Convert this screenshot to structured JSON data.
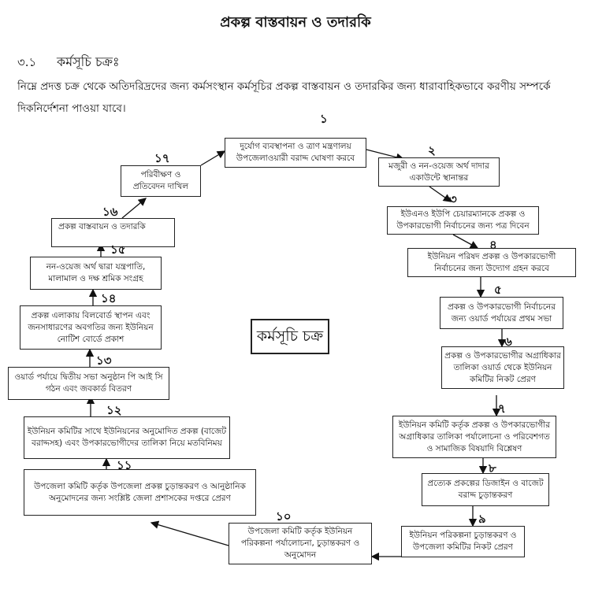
{
  "title": "প্রকল্প বাস্তবায়ন ও তদারকি",
  "section": {
    "number": "৩.১",
    "title": "কর্মসূচি চক্রঃ"
  },
  "paragraph": "নিম্নে প্রদত্ত চক্র থেকে অতিদরিদ্রদের জন্য কর্মসংস্থান কর্মসূচির প্রকল্প বাস্তবায়ন ও তদারকির জন্য ধারাবাহিকভাবে করণীয় সম্পর্কে দিকনির্দেশনা পাওয়া যাবে।",
  "center_label": "কর্মসূচি চক্র",
  "steps": [
    {
      "num": "১",
      "text": "দুর্যোগ ব্যবস্থাপনা ও ত্রাণ মন্ত্রণালয় উপজেলাওয়ারী বরাদ্দ ঘোষণা করবে"
    },
    {
      "num": "২",
      "text": "মজুরী ও নন-ওয়েজ অর্থ দাদার একাউন্টে স্থানান্তর"
    },
    {
      "num": "৩",
      "text": "ইউএনও ইউপি চেয়ারম্যানকে প্রকল্প ও উপকারভোগী নির্বাচনের জন্য পত্র দিবেন"
    },
    {
      "num": "৪",
      "text": "ইউনিয়ন পরিষদ প্রকল্প ও উপকারভোগী নির্বাচনের জন্য উদ্যোগ গ্রহন করবে"
    },
    {
      "num": "৫",
      "text": "প্রকল্প ও উপকারভোগী নির্বাচনের জন্য ওয়ার্ড পর্যায়ের প্রথম সভা"
    },
    {
      "num": "৬",
      "text": "প্রকল্প ও উপকারভোগীর অগ্রাধিকার তালিকা ওয়ার্ড থেকে ইউনিয়ন কমিটির নিকট প্রেরণ"
    },
    {
      "num": "৭",
      "text": "ইউনিয়ন কমিটি কর্তৃক প্রকল্প ও উপকারভোগীর অগ্রাধিকার তালিকা পর্যালোচনা ও পরিবেশগত ও সামাজিক বিষয়াদি বিশ্লেষণ"
    },
    {
      "num": "৮",
      "text": "প্রত্যেক প্রকল্পের ডিজাইন ও বাজেট বরাদ্দ চুড়ান্তকরণ"
    },
    {
      "num": "৯",
      "text": "ইউনিয়ন পরিকল্পনা চুড়ান্তকরণ ও উপজেলা কমিটির নিকট প্রেরণ"
    },
    {
      "num": "১০",
      "text": "উপজেলা কমিটি কর্তৃক ইউনিয়ন পরিকল্পনা পর্যালোচনা, চুড়ান্তকরণ ও অনুমোদন"
    },
    {
      "num": "১১",
      "text": "উপজেলা কমিটি কর্তৃক উপজেলা প্রকল্প চুড়ান্তকরণ ও আনুষ্ঠানিক অনুমোদনের জন্য সংশ্লিষ্ট জেলা প্রশাসকের দপ্তরে প্রেরণ"
    },
    {
      "num": "১২",
      "text": "ইউনিয়ন কমিটির সাথে ইউনিয়নের অনুমোদিত প্রকল্প (বাজেট বরাদ্দসহ) এবং উপকারভোগীদের তালিকা নিয়ে মতবিনিময়"
    },
    {
      "num": "১৩",
      "text": "ওয়ার্ড পর্যায়ে দ্বিতীয় সভা অনুষ্ঠান পি আই সি গঠন এবং জবকার্ড বিতরণ"
    },
    {
      "num": "১৪",
      "text": "প্রকল্প এলাকায় বিলবোর্ড স্থাপন এবং জনসাধারণের অবগতির জন্য ইউনিয়ন নোটিশ বোর্ডে প্রকাশ"
    },
    {
      "num": "১৫",
      "text": "নন-ওয়েজ অর্থ দ্বারা যন্ত্রপাতি, মালামাল ও দক্ষ শ্রমিক সংগ্রহ"
    },
    {
      "num": "১৬",
      "text": "প্রকল্প বাস্তবায়ন ও তদারকি"
    },
    {
      "num": "১৭",
      "text": "পরিবীক্ষণ ও প্রতিবেদন দাখিল"
    }
  ]
}
